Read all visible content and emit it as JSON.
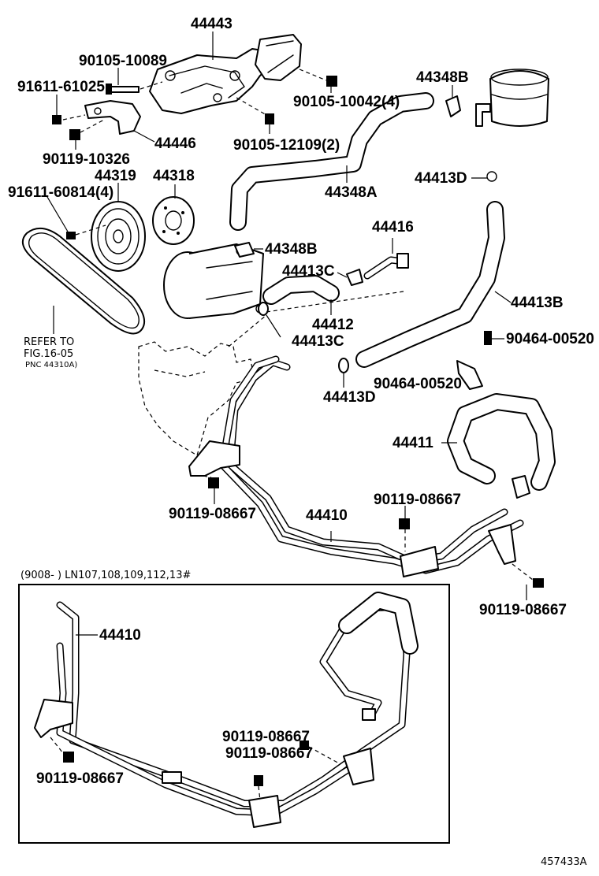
{
  "labels": {
    "pump_bracket": "44443",
    "bolt_top": "90105-10089",
    "bolt_left": "91611-61025",
    "bolt_right_4": "90105-10042(4)",
    "clamp_top": "44348B",
    "stay": "44446",
    "bolt_12109": "90105-12109(2)",
    "bolt_10326": "90119-10326",
    "pulley": "44319",
    "plate": "44318",
    "bolt_60814": "91611-60814(4)",
    "return_hose": "44348A",
    "clip_13d_top": "44413D",
    "clamp_mid": "44348B",
    "union": "44416",
    "clip_13c_a": "44413C",
    "hose_44412": "44412",
    "clip_13c_b": "44413C",
    "hose_13b": "44413B",
    "clip_90464_a": "90464-00520",
    "clip_90464_b": "90464-00520",
    "clip_13d_bot": "44413D",
    "pressure_hose": "44411",
    "bolt_08667_a": "90119-08667",
    "tube_main": "44410",
    "bolt_08667_b": "90119-08667",
    "bolt_08667_c": "90119-08667"
  },
  "belt_note": {
    "line1": "REFER TO",
    "line2": "FIG.16-05",
    "line3": "PNC 44310A)"
  },
  "inset": {
    "range_note": "(9008-        ) LN107,108,109,112,13#",
    "tube_label": "44410",
    "bolt_left": "90119-08667",
    "bolt_mid_1": "90119-08667",
    "bolt_mid_2": "90119-08667"
  },
  "figure_id": "457433A"
}
